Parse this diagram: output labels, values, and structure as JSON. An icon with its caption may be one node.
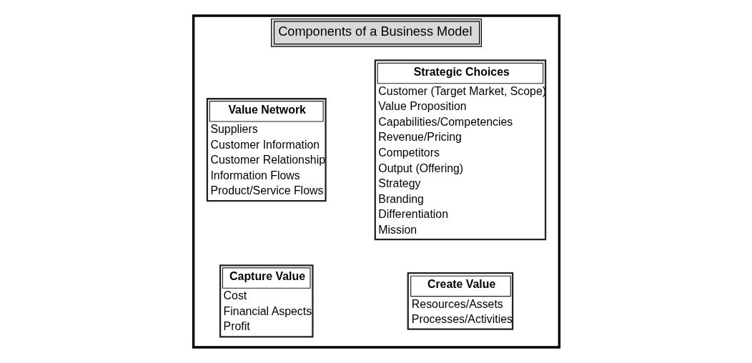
{
  "diagram": {
    "nodes": [
      {
        "text": [
          "Components of a Business Model"
        ]
      },
      {
        "text": [
          "Strategic Choices",
          "Customer (Target Market, Scope)",
          "Value Proposition",
          "Capabilities/Competencies",
          "Revenue/Pricing",
          "Competitors",
          "Output (Offering)",
          "Strategy",
          "Branding",
          "Differentiation",
          "Mission"
        ],
        "in": 0
      },
      {
        "text": [
          "Value Network",
          "Suppliers",
          "Customer Information",
          "Customer Relationship",
          "Information Flows",
          "Product/Service Flows"
        ],
        "in": 0
      },
      {
        "text": [
          "Capture Value",
          "Cost",
          "Financial Aspects",
          "Profit"
        ],
        "in": 0
      },
      {
        "text": [
          "Create Value",
          "Resources/Assets",
          "Processes/Activities"
        ],
        "in": 0
      }
    ]
  }
}
